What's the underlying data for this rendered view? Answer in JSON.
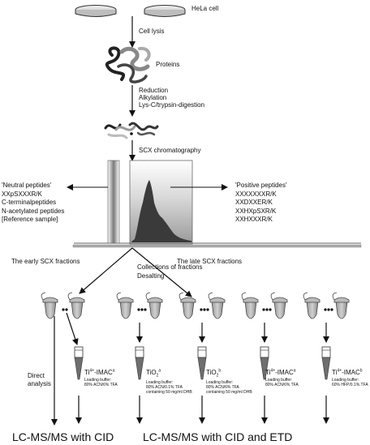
{
  "top": {
    "cell_label": "HeLa cell",
    "step_lysis": "Cell lysis",
    "proteins_label": "Proteins",
    "digestion_steps": [
      "Reduction",
      "Alkylation",
      "Lys-C/trypsin-digestion"
    ],
    "scx_label": "SCX chromatography"
  },
  "scx": {
    "neutral_title": "'Neutral peptides'",
    "neutral_items": [
      "XXpSXXXR/K",
      "C-terminalpeptides",
      "N-acetylated peptides",
      "[Reference sample]"
    ],
    "positive_title": "'Positive peptides'",
    "positive_items": [
      "XXXXXXXR/K",
      "XXDXXER/K",
      "XXHXpSXR/K",
      "XXHXXXR/K"
    ]
  },
  "fractions": {
    "early": "The early SCX fractions",
    "late": "The late SCX fractions",
    "collect": [
      "Collections of fractions",
      "Desalting"
    ]
  },
  "methods": [
    {
      "name_main": "Ti",
      "name_sup": "4+",
      "name_rest": "-IMAC",
      "name_tag": "a",
      "buffer": [
        "Loading buffer:",
        "80% ACN/6% TFA"
      ]
    },
    {
      "name_main": "TiO",
      "name_sub": "2",
      "name_rest": "",
      "name_tag": "a",
      "buffer": [
        "Loading buffer:",
        "80% ACN/0.1% TFA",
        "containing 50 mg/ml DHB"
      ]
    },
    {
      "name_main": "TiO",
      "name_sub": "2",
      "name_rest": "",
      "name_tag": "b",
      "buffer": [
        "Loading buffer:",
        "80% ACN/6% TFA",
        "containing 50 mg/ml DHB"
      ]
    },
    {
      "name_main": "Ti",
      "name_sup": "4+",
      "name_rest": "-IMAC",
      "name_tag": "a",
      "buffer": [
        "Loading buffer:",
        "80% ACN/6% TFA"
      ]
    },
    {
      "name_main": "Ti",
      "name_sup": "4+",
      "name_rest": "-IMAC",
      "name_tag": "b",
      "buffer": [
        "Loading buffer:",
        "60% HFP/0.1% TFA"
      ]
    }
  ],
  "direct": [
    "Direct",
    "analysis"
  ],
  "results": {
    "cid": "LC-MS/MS with CID",
    "cid_etd": "LC-MS/MS with CID and ETD"
  }
}
